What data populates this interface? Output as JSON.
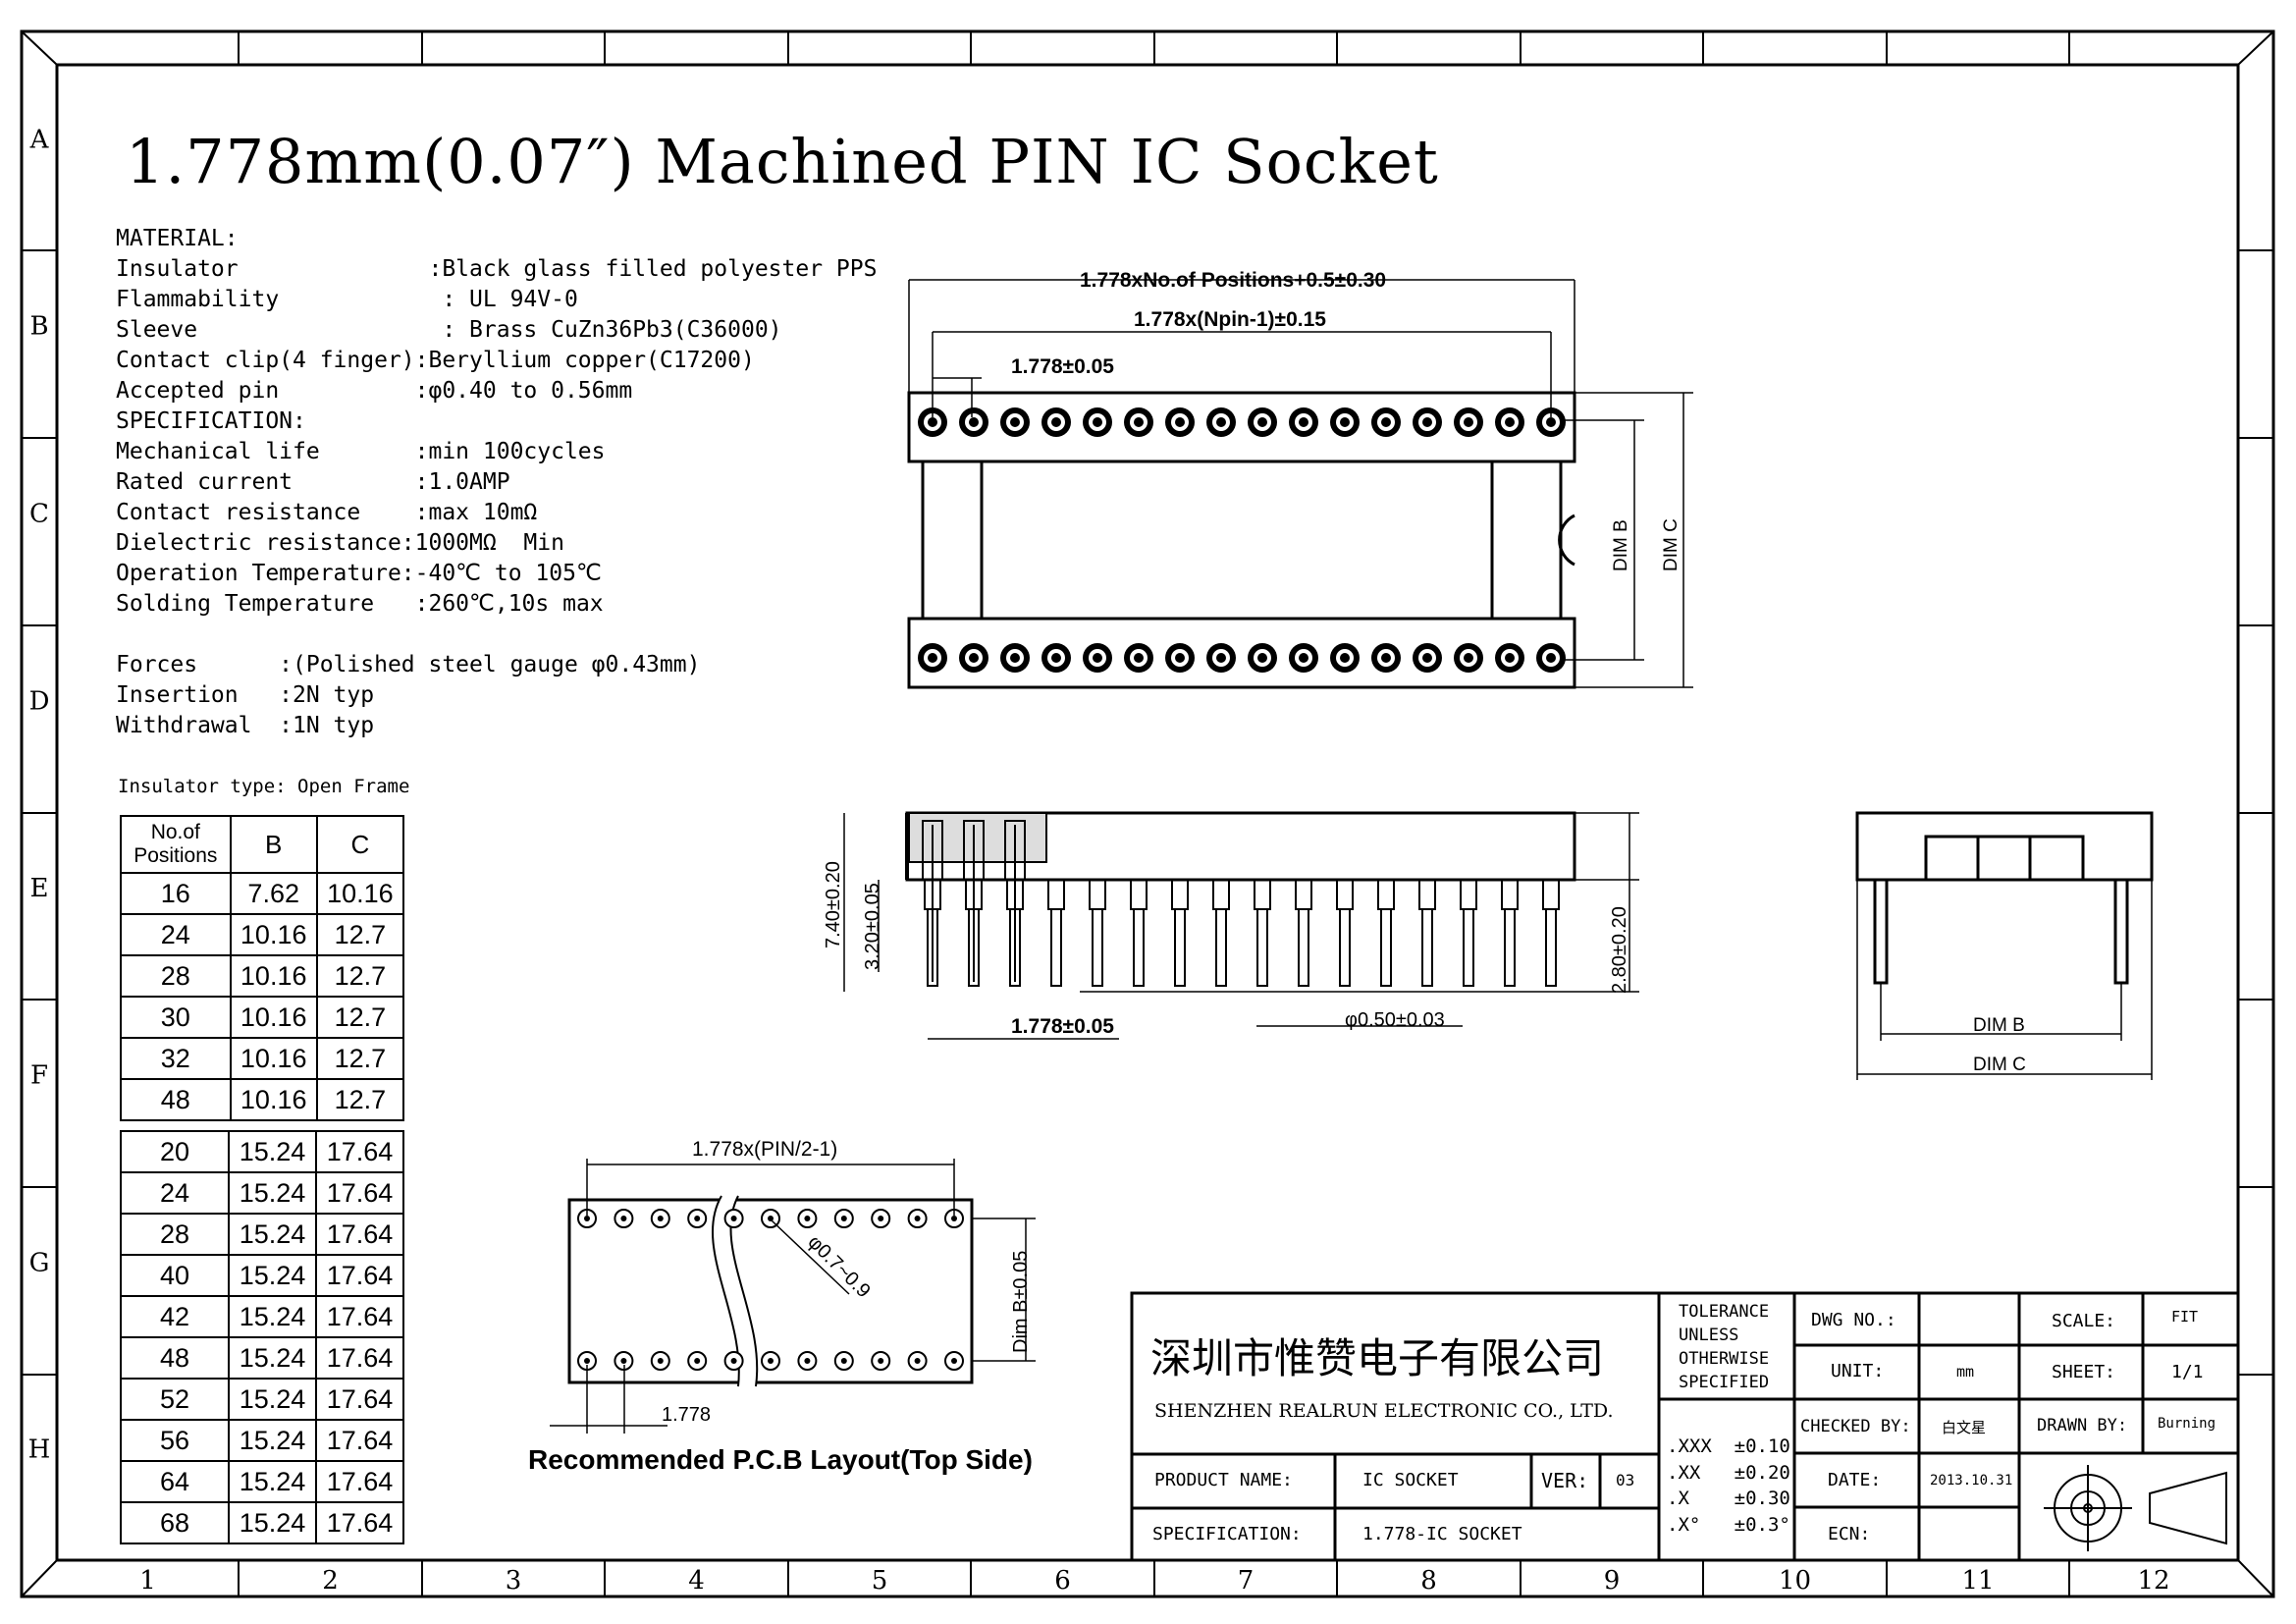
{
  "title": "1.778mm(0.07″) Machined PIN IC Socket",
  "zones": {
    "columns": [
      "1",
      "2",
      "3",
      "4",
      "5",
      "6",
      "7",
      "8",
      "9",
      "10",
      "11",
      "12"
    ],
    "rows": [
      "A",
      "B",
      "C",
      "D",
      "E",
      "F",
      "G",
      "H"
    ]
  },
  "specs": {
    "material_header": "MATERIAL:",
    "insulator": "Insulator              :Black glass filled polyester PPS",
    "flammability": "Flammability            : UL 94V-0",
    "sleeve": "Sleeve                  : Brass CuZn36Pb3(C36000)",
    "contact_clip": "Contact clip(4 finger):Beryllium copper(C17200)",
    "accepted_pin": "Accepted pin          :φ0.40 to 0.56mm",
    "specification_header": "SPECIFICATION:",
    "mechanical_life": "Mechanical life       :min 100cycles",
    "rated_current": "Rated current         :1.0AMP",
    "contact_resistance": "Contact resistance    :max 10mΩ",
    "dielectric": "Dielectric resistance:1000MΩ  Min",
    "operation_temp": "Operation Temperature:-40℃ to 105℃",
    "solding_temp": "Solding Temperature   :260℃,10s max",
    "forces": "Forces      :(Polished steel gauge φ0.43mm)",
    "insertion": "Insertion   :2N typ",
    "withdrawal": "Withdrawal  :1N typ",
    "insulator_type": "Insulator type: Open Frame"
  },
  "dim_table": {
    "headers": [
      "No.of Positions",
      "B",
      "C"
    ],
    "narrow_rows": [
      [
        "16",
        "7.62",
        "10.16"
      ],
      [
        "24",
        "10.16",
        "12.7"
      ],
      [
        "28",
        "10.16",
        "12.7"
      ],
      [
        "30",
        "10.16",
        "12.7"
      ],
      [
        "32",
        "10.16",
        "12.7"
      ],
      [
        "48",
        "10.16",
        "12.7"
      ]
    ],
    "wide_rows": [
      [
        "20",
        "15.24",
        "17.64"
      ],
      [
        "24",
        "15.24",
        "17.64"
      ],
      [
        "28",
        "15.24",
        "17.64"
      ],
      [
        "40",
        "15.24",
        "17.64"
      ],
      [
        "42",
        "15.24",
        "17.64"
      ],
      [
        "48",
        "15.24",
        "17.64"
      ],
      [
        "52",
        "15.24",
        "17.64"
      ],
      [
        "56",
        "15.24",
        "17.64"
      ],
      [
        "64",
        "15.24",
        "17.64"
      ],
      [
        "68",
        "15.24",
        "17.64"
      ]
    ]
  },
  "top_view": {
    "dim_total": "1.778xNo.of  Positions+0.5±0.30",
    "dim_span": "1.778x(Npin-1)±0.15",
    "dim_pitch": "1.778±0.05",
    "dim_b": "DIM  B",
    "dim_c": "DIM  C"
  },
  "side_view": {
    "h_total": "7.40±0.20",
    "h_shoulder": "3.20±0.05",
    "h_pin": "2.80±0.20",
    "pitch": "1.778±0.05",
    "pin_dia": "φ0.50±0.03"
  },
  "end_view": {
    "dim_b": "DIM  B",
    "dim_c": "DIM  C"
  },
  "pcb": {
    "dim_span": "1.778x(PIN/2-1)",
    "hole": "φ0.7~0.9",
    "dim_b": "Dim  B±0.05",
    "pitch": "1.778",
    "caption": "Recommended  P.C.B  Layout(Top  Side)"
  },
  "title_block": {
    "company_cn": "深圳市惟赞电子有限公司",
    "company_en": "SHENZHEN  REALRUN  ELECTRONIC  CO., LTD.",
    "tolerance_lines": [
      "TOLERANCE",
      "UNLESS",
      "OTHERWISE",
      "SPECIFIED"
    ],
    "tol_xxx": ".XXX  ±0.10",
    "tol_xx": ".XX   ±0.20",
    "tol_x": ".X    ±0.30",
    "tol_deg": ".X°   ±0.3°",
    "dwg_no_label": "DWG NO.:",
    "dwg_no_value": "",
    "scale_label": "SCALE:",
    "scale_value": "FIT",
    "unit_label": "UNIT:",
    "unit_value": "mm",
    "sheet_label": "SHEET:",
    "sheet_value": "1/1",
    "checked_label": "CHECKED BY:",
    "checked_value": "白文星",
    "drawn_label": "DRAWN BY:",
    "drawn_value": "Burning",
    "date_label": "DATE:",
    "date_value": "2013.10.31",
    "ecn_label": "ECN:",
    "product_label": "PRODUCT NAME:",
    "product_value": "IC SOCKET",
    "ver_label": "VER:",
    "ver_value": "03",
    "spec_label": "SPECIFICATION:",
    "spec_value": "1.778-IC SOCKET"
  }
}
